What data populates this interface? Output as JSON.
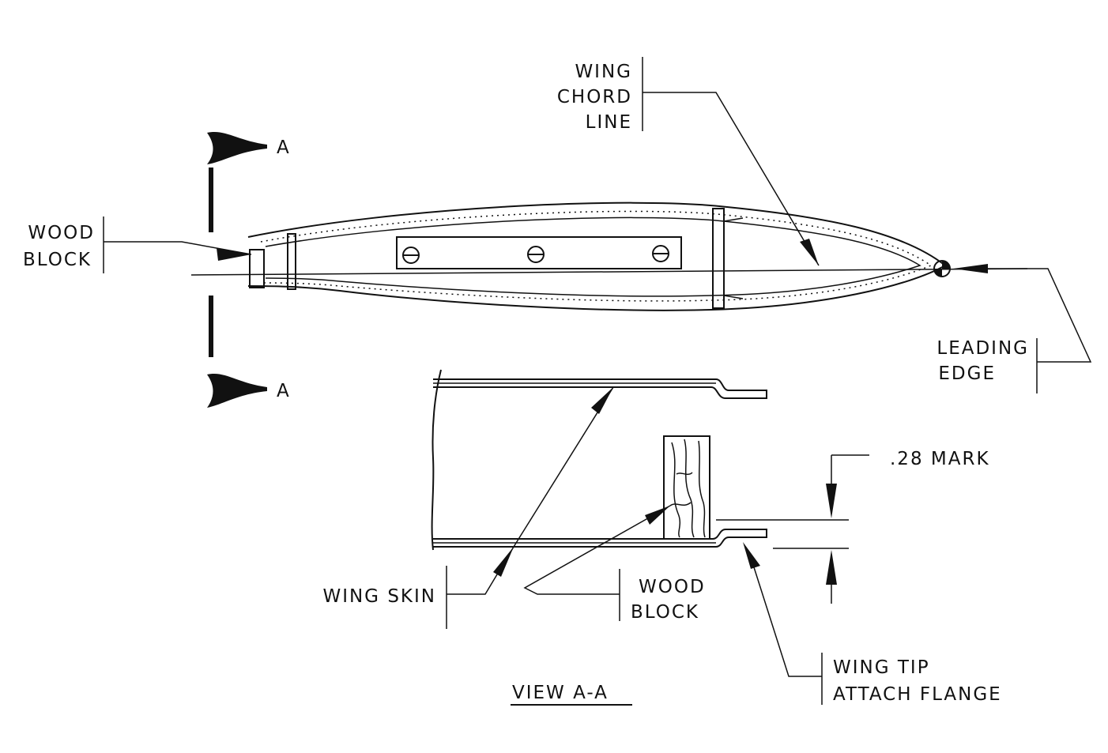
{
  "labels": {
    "wing_chord_line": [
      "WING",
      "CHORD",
      "LINE"
    ],
    "wood_block_top": [
      "WOOD",
      "BLOCK"
    ],
    "section_a_top": "A",
    "section_a_bottom": "A",
    "leading_edge": [
      "LEADING",
      "EDGE"
    ],
    "mark": ".28 MARK",
    "wing_skin": "WING SKIN",
    "wood_block_bottom": [
      "WOOD",
      "BLOCK"
    ],
    "wing_tip_flange": [
      "WING TIP",
      "ATTACH FLANGE"
    ],
    "view_title": "VIEW A-A"
  }
}
